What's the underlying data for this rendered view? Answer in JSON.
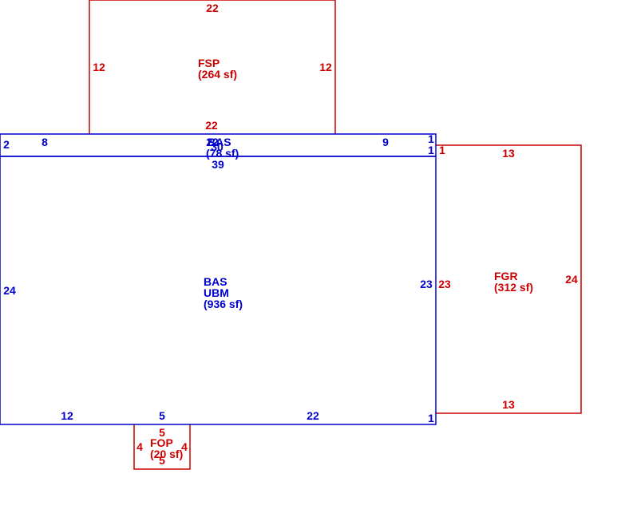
{
  "colors": {
    "living": "#0000cc",
    "other": "#cc0000"
  },
  "areas": {
    "fsp": {
      "code": "FSP",
      "sf": "(264 sf)"
    },
    "bas_strip": {
      "code": "BAS",
      "sf": "(78 sf)"
    },
    "bas_main": {
      "code": "BAS",
      "code2": "UBM",
      "sf": "(936 sf)"
    },
    "fgr": {
      "code": "FGR",
      "sf": "(312 sf)"
    },
    "fop": {
      "code": "FOP",
      "sf": "(20 sf)"
    }
  },
  "dims": {
    "fsp_top": "22",
    "fsp_left": "12",
    "fsp_right": "12",
    "fsp_bottom": "22",
    "strip_left": "2",
    "strip_8": "8",
    "strip_22": "22",
    "strip_30": "30",
    "strip_9": "9",
    "strip_right_top": "1",
    "strip_right_bottom": "1",
    "main_top": "39",
    "main_left": "24",
    "main_right": "23",
    "main_bottom_12": "12",
    "main_bottom_5": "5",
    "main_bottom_22": "22",
    "main_bottom_1": "1",
    "fgr_1": "1",
    "fgr_top": "13",
    "fgr_left": "23",
    "fgr_right": "24",
    "fgr_bottom": "13",
    "fop_top": "5",
    "fop_left": "4",
    "fop_right": "4",
    "fop_bottom": "5"
  }
}
